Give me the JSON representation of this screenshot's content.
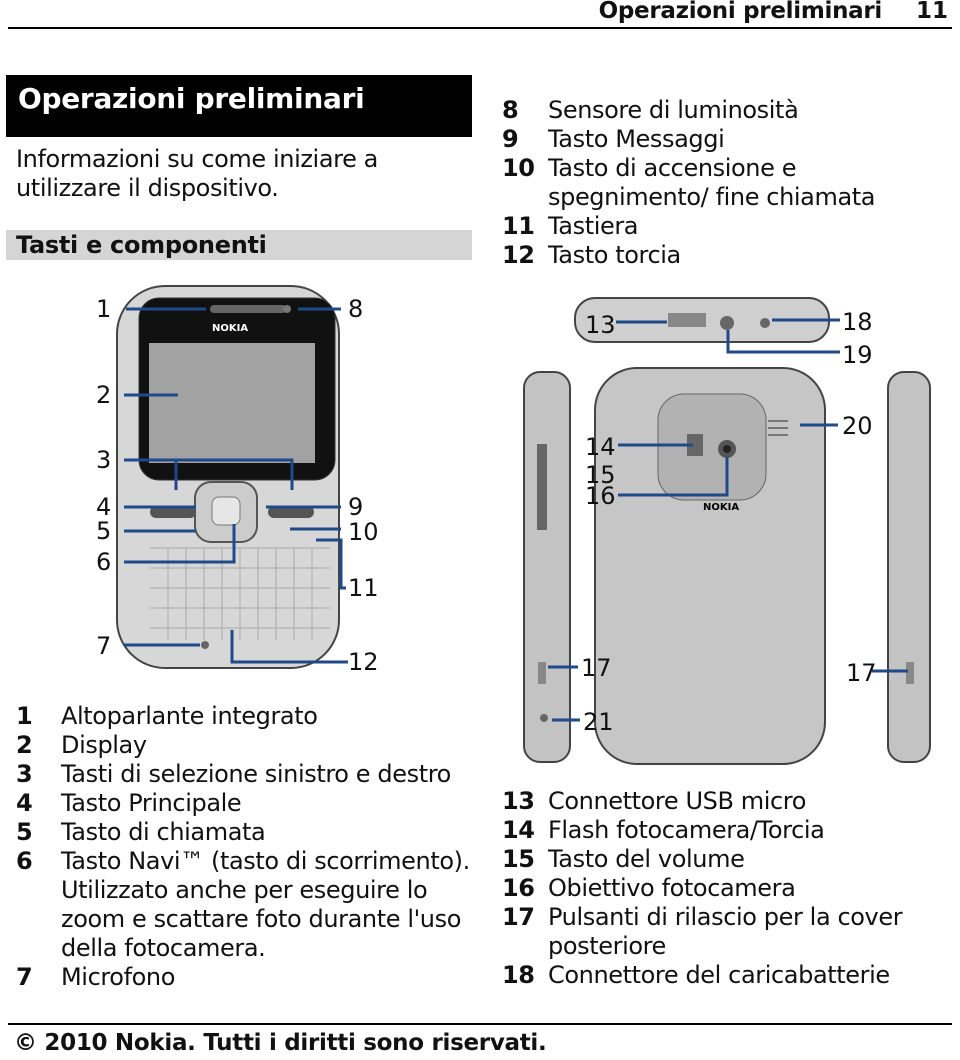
{
  "header": {
    "title": "Operazioni preliminari",
    "page_number": "11"
  },
  "section": {
    "title": "Operazioni preliminari",
    "intro": "Informazioni su come iniziare a utilizzare il dispositivo.",
    "subsection_title": "Tasti e componenti"
  },
  "list_top_right": [
    {
      "n": "8",
      "t": "Sensore di luminosità"
    },
    {
      "n": "9",
      "t": "Tasto Messaggi"
    },
    {
      "n": "10",
      "t": "Tasto di accensione e spegnimento/ fine chiamata"
    },
    {
      "n": "11",
      "t": "Tastiera"
    },
    {
      "n": "12",
      "t": "Tasto torcia"
    }
  ],
  "list_bottom_left": [
    {
      "n": "1",
      "t": "Altoparlante integrato"
    },
    {
      "n": "2",
      "t": "Display"
    },
    {
      "n": "3",
      "t": "Tasti di selezione sinistro e destro"
    },
    {
      "n": "4",
      "t": "Tasto Principale"
    },
    {
      "n": "5",
      "t": "Tasto di chiamata"
    },
    {
      "n": "6",
      "t": "Tasto Navi™ (tasto di scorrimento). Utilizzato anche per eseguire lo zoom e scattare foto durante l'uso della fotocamera."
    },
    {
      "n": "7",
      "t": "Microfono"
    }
  ],
  "list_bottom_right": [
    {
      "n": "13",
      "t": "Connettore USB micro"
    },
    {
      "n": "14",
      "t": "Flash fotocamera/Torcia"
    },
    {
      "n": "15",
      "t": "Tasto del volume"
    },
    {
      "n": "16",
      "t": "Obiettivo fotocamera"
    },
    {
      "n": "17",
      "t": "Pulsanti di rilascio per la cover posteriore"
    },
    {
      "n": "18",
      "t": "Connettore del caricabatterie"
    }
  ],
  "diagram": {
    "front_callouts": [
      "1",
      "2",
      "3",
      "4",
      "5",
      "6",
      "7",
      "8",
      "9",
      "10",
      "11",
      "12"
    ],
    "back_callouts": [
      "13",
      "14",
      "15",
      "16",
      "17",
      "17",
      "18",
      "19",
      "20",
      "21"
    ],
    "brand_front": "NOKIA",
    "brand_back": "NOKIA",
    "callout_color": "#1f4a8a"
  },
  "footer": {
    "copyright": "© 2010 Nokia. Tutti i diritti sono riservati."
  }
}
